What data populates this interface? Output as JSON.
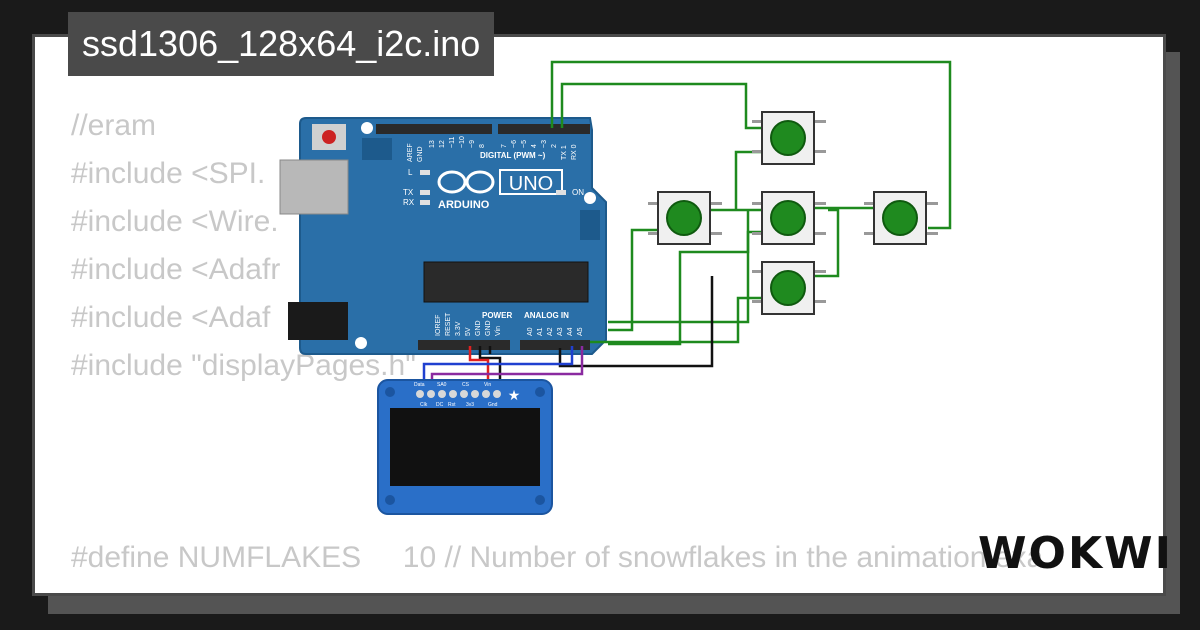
{
  "project": {
    "filename": "ssd1306_128x64_i2c.ino"
  },
  "code_lines": [
    "//eram",
    "#include <SPI.",
    "#include <Wire.",
    "#include <Adafr",
    "#include <Adaf",
    "#include \"displayPages.h\"",
    "#define NUMFLAKES     10 // Number of snowflakes in the animation exa"
  ],
  "brand": {
    "logo_text": "WOKWI"
  },
  "arduino": {
    "model": "UNO",
    "brand": "ARDUINO",
    "digital_label": "DIGITAL (PWM ~)",
    "analog_label": "ANALOG IN",
    "power_label": "POWER",
    "led_l": "L",
    "led_tx": "TX",
    "led_rx": "RX",
    "on_label": "ON",
    "digital_pins": [
      "AREF",
      "GND",
      "13",
      "12",
      "~11",
      "~10",
      "~9",
      "8",
      "7",
      "~6",
      "~5",
      "4",
      "~3",
      "2",
      "TX 1",
      "RX 0"
    ],
    "power_pins": [
      "IOREF",
      "RESET",
      "3.3V",
      "5V",
      "GND",
      "GND",
      "Vin"
    ],
    "analog_pins": [
      "A0",
      "A1",
      "A2",
      "A3",
      "A4",
      "A5"
    ]
  },
  "oled": {
    "top_labels": [
      "Data",
      "SA0",
      "CS",
      "Vin"
    ],
    "bottom_labels": [
      "Clk",
      "DC",
      "Rst",
      "3v3",
      "Gnd"
    ]
  },
  "colors": {
    "board": "#2a6fa8",
    "wire_green": "#1e8a1e",
    "wire_black": "#111111",
    "wire_red": "#e02020",
    "wire_blue": "#2040d0",
    "wire_purple": "#8a2aa0",
    "button_cap": "#1f8a1f",
    "oled_board": "#2a6fc8",
    "oled_screen": "#111111"
  }
}
